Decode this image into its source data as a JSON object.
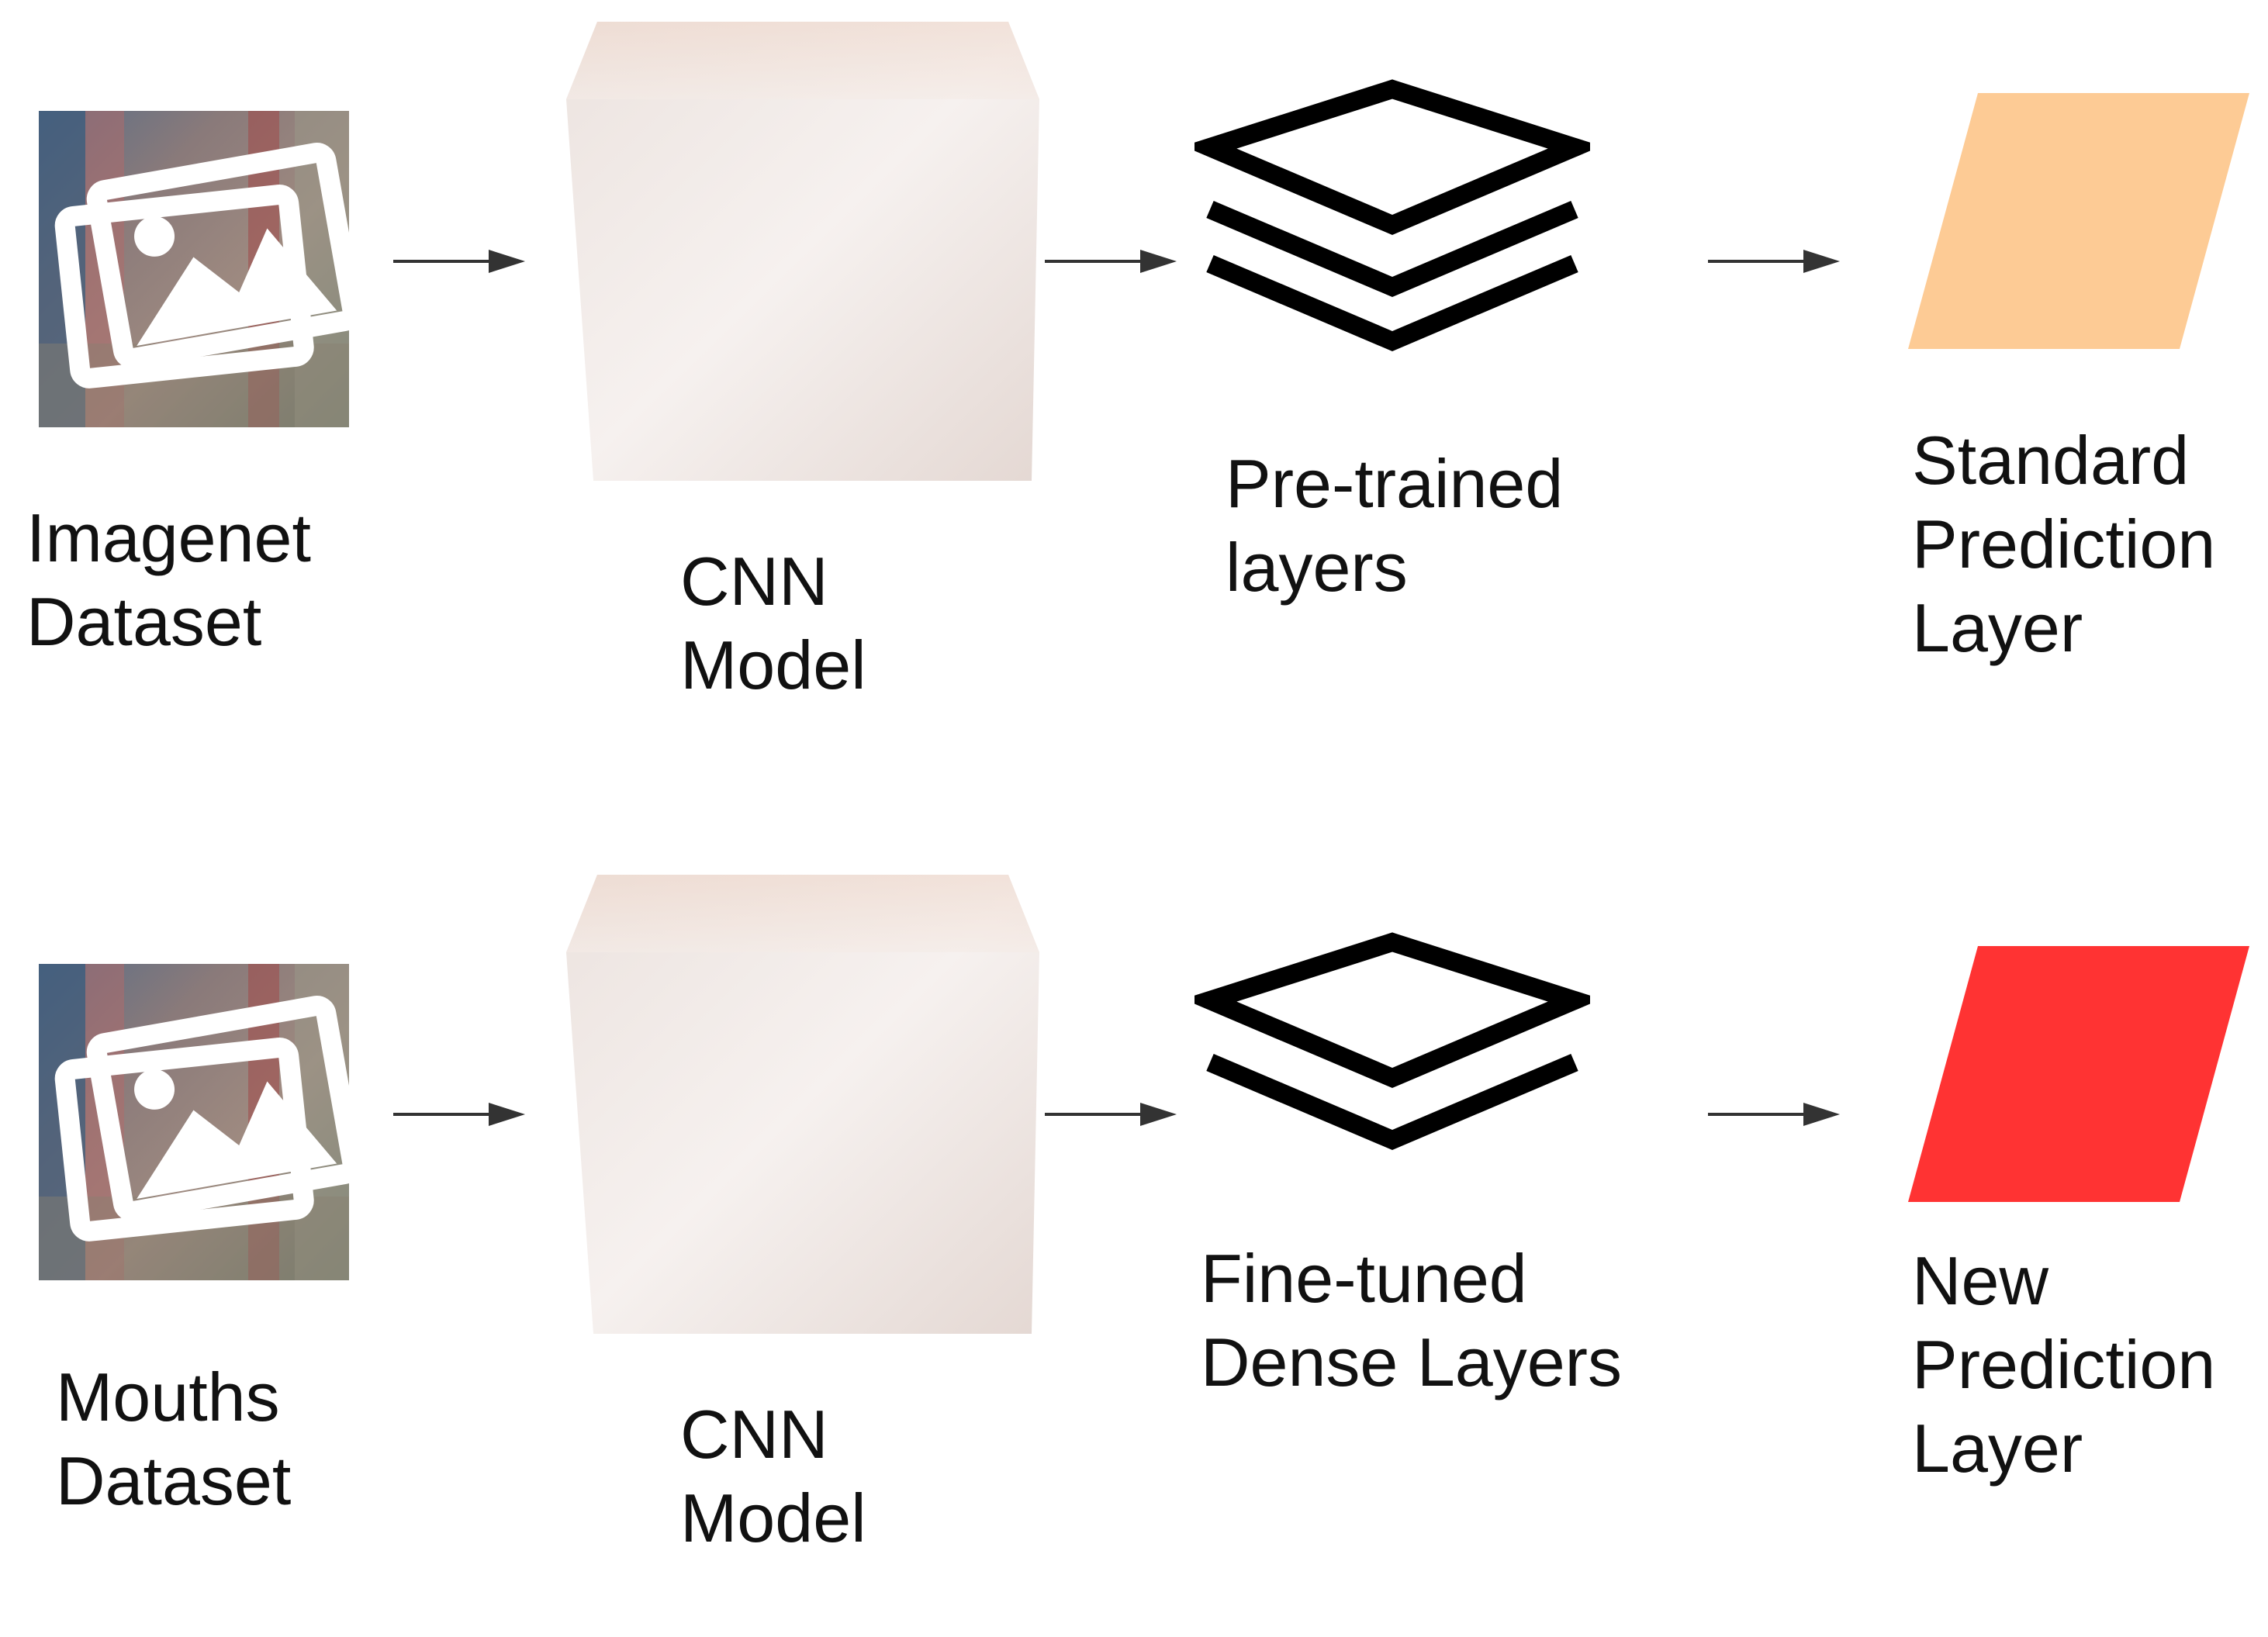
{
  "rows": [
    {
      "dataset_label": [
        "Imagenet",
        "Dataset"
      ],
      "model_label": [
        "CNN",
        "Model"
      ],
      "layers_label": [
        "Pre-trained",
        "layers"
      ],
      "prediction_label": [
        "Standard",
        "Prediction",
        "Layer"
      ],
      "prediction_color": "#FDCB95"
    },
    {
      "dataset_label": [
        "Mouths",
        "Dataset"
      ],
      "model_label": [
        "CNN",
        "Model"
      ],
      "layers_label": [
        "Fine-tuned",
        "Dense Layers"
      ],
      "prediction_label": [
        "New",
        "Prediction",
        "Layer"
      ],
      "prediction_color": "#FF3333"
    }
  ],
  "icons": {
    "dataset": "image-gallery-icon",
    "model": "cube-icon",
    "layers_top": "three-layer-stack-icon",
    "layers_bottom": "two-layer-stack-icon",
    "arrow": "right-arrow-icon"
  }
}
